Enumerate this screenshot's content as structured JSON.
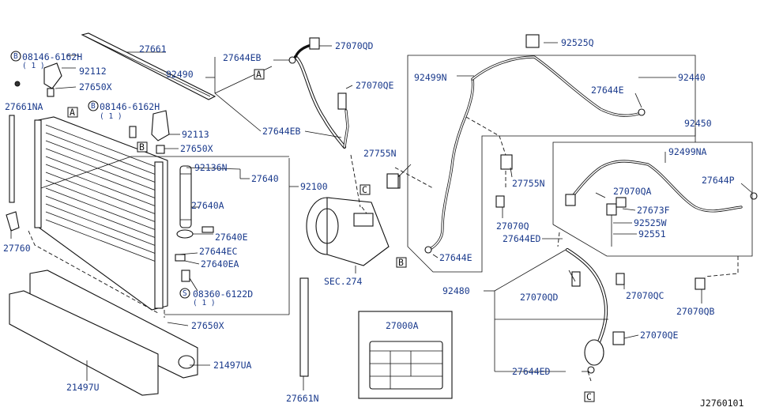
{
  "diagram_id": "J2760101",
  "labels": {
    "p27661": "27661",
    "p92490": "92490",
    "p27644EB_a": "27644EB",
    "p27070QD_a": "27070QD",
    "p92525Q": "92525Q",
    "p08146_a": "08146-6162H",
    "p08146_a_qty": "( 1 )",
    "p92112": "92112",
    "p27650X_a": "27650X",
    "p27661NA": "27661NA",
    "p08146_b": "08146-6162H",
    "p08146_b_qty": "( 1 )",
    "p92113": "92113",
    "p27650X_b": "27650X",
    "p27070QE_a": "27070QE",
    "p27644EB_b": "27644EB",
    "p92499N": "92499N",
    "p92440": "92440",
    "p27644E_a": "27644E",
    "p92450": "92450",
    "p92499NA": "92499NA",
    "p27755N_a": "27755N",
    "p27755N_b": "27755N",
    "p92136N": "92136N",
    "p27640": "27640",
    "p92100": "92100",
    "p27640A": "27640A",
    "p27640E": "27640E",
    "p27644EC": "27644EC",
    "p27640EA": "27640EA",
    "p08360": "08360-6122D",
    "p08360_qty": "( 1 )",
    "p27650X_c": "27650X",
    "p27760": "27760",
    "p21497UA": "21497UA",
    "p21497U": "21497U",
    "p27661N": "27661N",
    "sec274": "SEC.274",
    "p27000A": "27000A",
    "p27644P": "27644P",
    "p27070QA": "27070QA",
    "p27673F": "27673F",
    "p92525W": "92525W",
    "p92551": "92551",
    "p27070Q": "27070Q",
    "p27644ED_a": "27644ED",
    "p27644E_b": "27644E",
    "p92480": "92480",
    "p27070QD_b": "27070QD",
    "p27070QC": "27070QC",
    "p27070QB": "27070QB",
    "p27070QE_b": "27070QE",
    "p27644ED_b": "27644ED"
  },
  "refs": {
    "A": "A",
    "B": "B",
    "C": "C",
    "S": "S"
  }
}
